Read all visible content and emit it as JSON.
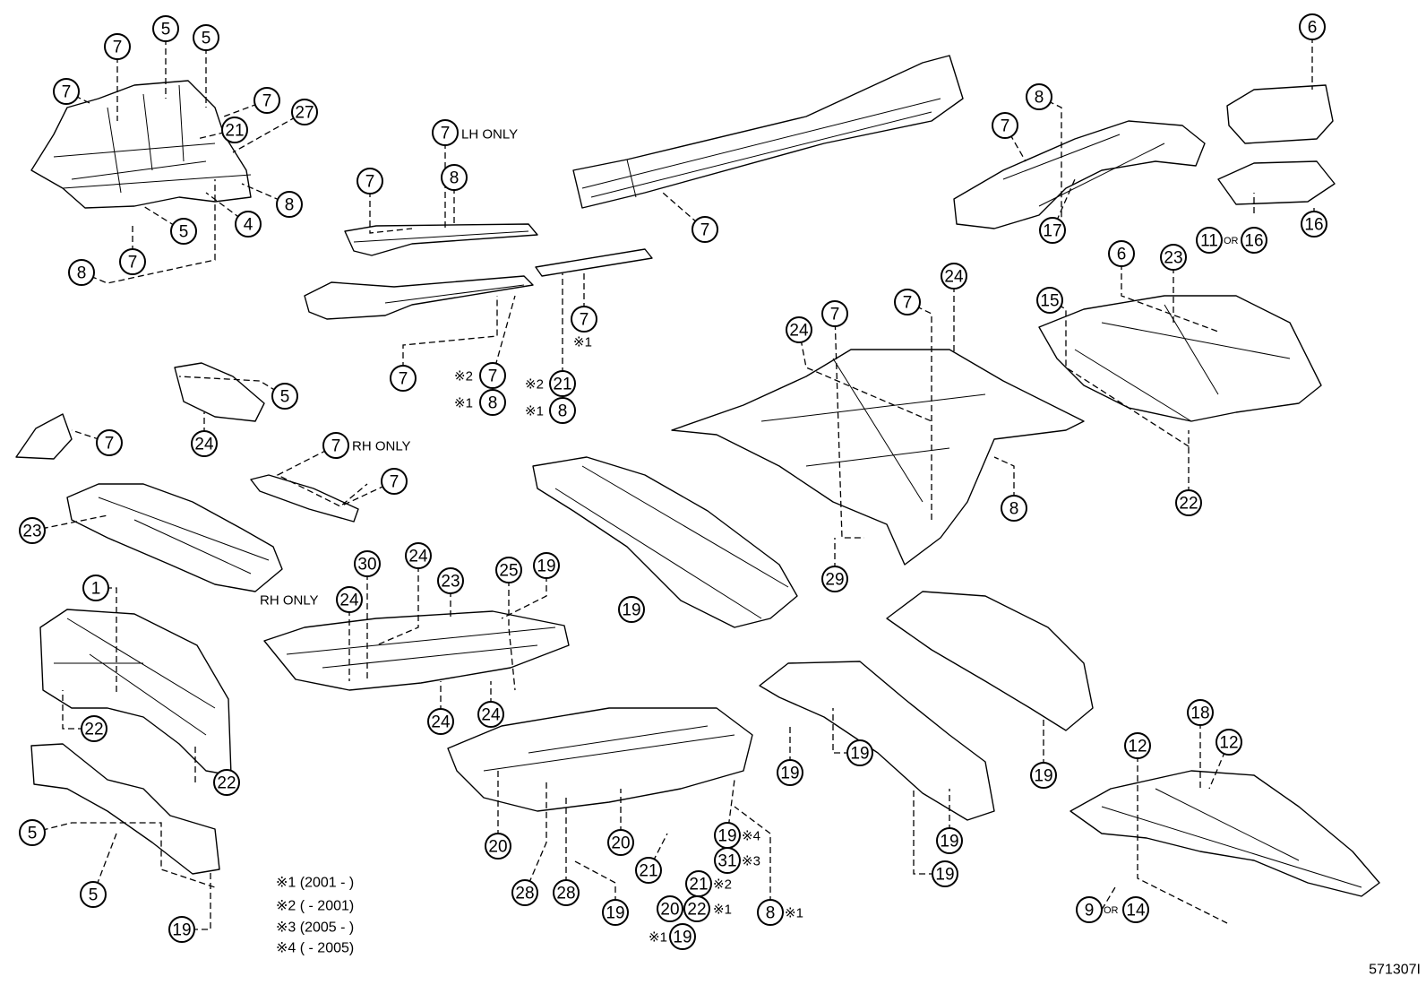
{
  "callouts": [
    {
      "num": "7"
    },
    {
      "num": "5"
    },
    {
      "num": "5"
    },
    {
      "num": "7"
    },
    {
      "num": "7"
    },
    {
      "num": "21"
    },
    {
      "num": "27"
    },
    {
      "num": "8"
    },
    {
      "num": "4"
    },
    {
      "num": "5"
    },
    {
      "num": "7"
    },
    {
      "num": "8"
    },
    {
      "num": "7",
      "note": "LH ONLY"
    },
    {
      "num": "7"
    },
    {
      "num": "8"
    },
    {
      "num": "7"
    },
    {
      "num": "7"
    },
    {
      "num": "7",
      "note": "※1"
    },
    {
      "num": "7",
      "note": "※2"
    },
    {
      "num": "8",
      "note": "※1"
    },
    {
      "num": "21",
      "note": "※2"
    },
    {
      "num": "8",
      "note": "※1"
    },
    {
      "num": "8"
    },
    {
      "num": "7"
    },
    {
      "num": "17"
    },
    {
      "num": "6"
    },
    {
      "num": "11",
      "note": "OR"
    },
    {
      "num": "16"
    },
    {
      "num": "16"
    },
    {
      "num": "5"
    },
    {
      "num": "24"
    },
    {
      "num": "7"
    },
    {
      "num": "23"
    },
    {
      "num": "7",
      "note": "RH ONLY"
    },
    {
      "num": "7"
    },
    {
      "num": "24"
    },
    {
      "num": "7"
    },
    {
      "num": "7"
    },
    {
      "num": "24"
    },
    {
      "num": "6"
    },
    {
      "num": "23"
    },
    {
      "num": "15"
    },
    {
      "num": "22"
    },
    {
      "num": "8"
    },
    {
      "num": "29"
    },
    {
      "num": "1"
    },
    {
      "num": "30"
    },
    {
      "num": "24"
    },
    {
      "num": "23"
    },
    {
      "num": "25"
    },
    {
      "num": "19"
    },
    {
      "num": "24",
      "note": "RH ONLY"
    },
    {
      "num": "19"
    },
    {
      "num": "22"
    },
    {
      "num": "22"
    },
    {
      "num": "24"
    },
    {
      "num": "24"
    },
    {
      "num": "5"
    },
    {
      "num": "5"
    },
    {
      "num": "19"
    },
    {
      "num": "20"
    },
    {
      "num": "28"
    },
    {
      "num": "28"
    },
    {
      "num": "20"
    },
    {
      "num": "19"
    },
    {
      "num": "21"
    },
    {
      "num": "19",
      "note": "※4"
    },
    {
      "num": "31",
      "note": "※3"
    },
    {
      "num": "21",
      "note": "※2"
    },
    {
      "num": "20"
    },
    {
      "num": "22",
      "note": "※1"
    },
    {
      "num": "8",
      "note": "※1"
    },
    {
      "num": "19",
      "note": "※1"
    },
    {
      "num": "19"
    },
    {
      "num": "19"
    },
    {
      "num": "19"
    },
    {
      "num": "19"
    },
    {
      "num": "19"
    },
    {
      "num": "12"
    },
    {
      "num": "18"
    },
    {
      "num": "12"
    },
    {
      "num": "9",
      "note": "OR"
    },
    {
      "num": "14"
    }
  ],
  "footnotes": [
    "※1 (2001 -        )",
    "※2 (        - 2001)",
    "※3 (2005 -        )",
    "※4 (        - 2005)"
  ],
  "diagram_id": "571307I"
}
